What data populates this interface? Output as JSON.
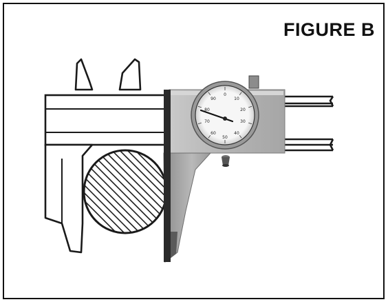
{
  "figure": {
    "label": "FIGURE B"
  },
  "dial": {
    "numbers": [
      "0",
      "10",
      "20",
      "30",
      "40",
      "50",
      "60",
      "70",
      "80",
      "90"
    ]
  },
  "colors": {
    "frame": "#111111",
    "line_art": "#1a1a1a",
    "caliper_metal": "#b8b8b8",
    "dial_face": "#f4f4f4"
  }
}
